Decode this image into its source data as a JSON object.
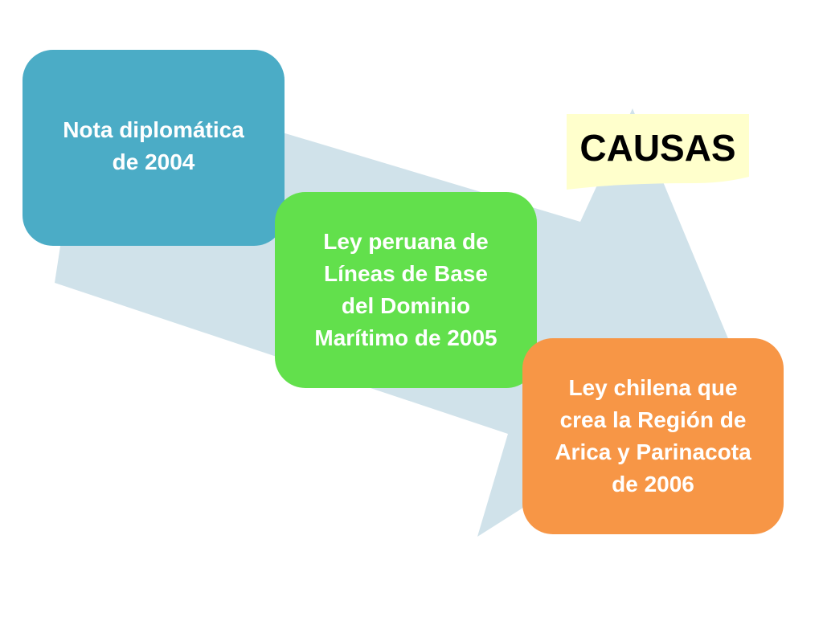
{
  "diagram": {
    "callout": {
      "label": "CAUSAS",
      "color": "#ffffcc"
    },
    "arrow_color": "#d0e2ea",
    "causes": [
      {
        "label": "Nota diplomática\nde 2004",
        "color": "#4bacc6"
      },
      {
        "label": "Ley peruana de\nLíneas de Base\ndel Dominio\nMarítimo de 2005",
        "color": "#62e04c"
      },
      {
        "label": "Ley chilena que\ncrea la Región de\nArica y Parinacota\nde 2006",
        "color": "#f79646"
      }
    ]
  }
}
